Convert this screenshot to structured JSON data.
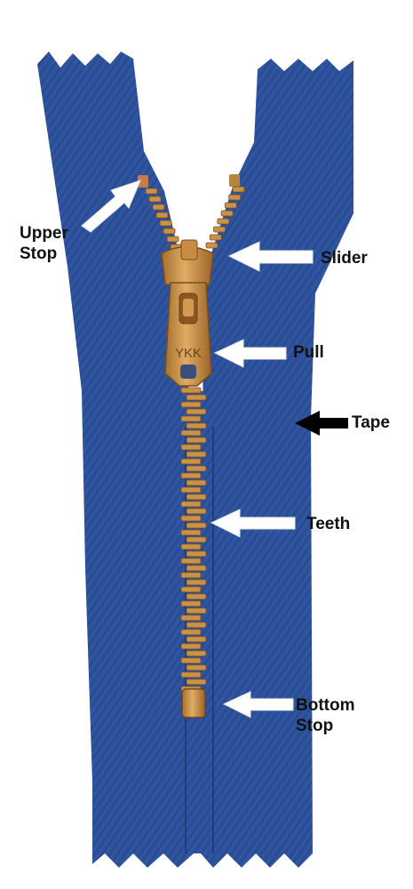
{
  "labels": {
    "upper_stop": [
      "Upper",
      "Stop"
    ],
    "slider": "Slider",
    "pull": "Pull",
    "tape": "Tape",
    "teeth": "Teeth",
    "bottom_stop": [
      "Bottom",
      "Stop"
    ]
  },
  "puller_brand": "YKK",
  "colors": {
    "tape": "#2f55a0",
    "metal": "#c9924a",
    "arrow_white": "#ffffff",
    "arrow_black": "#000000"
  }
}
